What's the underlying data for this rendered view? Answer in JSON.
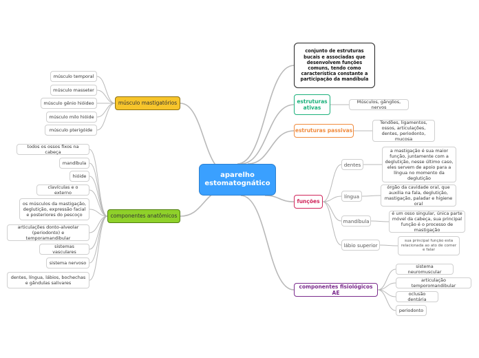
{
  "central": "aparelho estomatognático",
  "definition": "conjunto de estruturas bucais e associadas que desenvolvem funções comuns, tendo como característica constante a participação da mandíbula",
  "estruturas_ativas": {
    "label": "estruturas ativas",
    "items": [
      "Músculos, gânglios, nervos"
    ]
  },
  "estruturas_passivas": {
    "label": "estruturas passivas",
    "items": [
      "Tendões, ligamentos, ossos, articulações, dentes, periodonto, mucosa"
    ]
  },
  "funcoes": {
    "label": "funções",
    "items": [
      {
        "label": "dentes",
        "detail": "a mastigação é sua maior função, juntamente com a deglutição, nesse último caso, eles servem de apoio para a língua no momento da deglutição"
      },
      {
        "label": "língua",
        "detail": "órgão da cavidade oral, que auxilia na fala, deglutição, mastigação, paladar e higiene oral"
      },
      {
        "label": "mandíbula",
        "detail": "é um osso singular, única parte móvel da cabeça, sua principal função é o processo de mastigação"
      },
      {
        "label": "lábio superior",
        "detail": "sua principal função esta relacionada ao ato de comer e falar"
      }
    ]
  },
  "componentes_fisiologicos": {
    "label": "componentes fisiológicos AE",
    "items": [
      "sistema neuromuscular",
      "articulação temporomandibular",
      "oclusão dentária",
      "periodonto"
    ]
  },
  "musculo_mastigatorios": {
    "label": "músculo mastigatórios",
    "items": [
      "músculo temporal",
      "músculo masseter",
      "músculo gênio hióideo",
      "músculo milo hióide",
      "músculo pterigóide"
    ]
  },
  "componentes_anatomicos": {
    "label": "componentes anatômicos",
    "items": [
      "todos os ossos fixos na cabeça",
      "mandíbula",
      "hióide",
      "clavículas e o externo",
      "os músculos da mastigação, deglutição, expressão facial e posteriores do pescoço",
      "articulações donto-alveolar (periodonto) e temporamandibular",
      "sistemas vasculares",
      "sistema nervoso",
      "dentes, língua, lábios, bochechas e gândulas salivares"
    ]
  },
  "colors": {
    "central": "#3aa0ff",
    "ativas": "#1ab07a",
    "passivas": "#f08a3c",
    "funcoes": "#d0245a",
    "fisiologicos": "#7a2a8c",
    "mastigatorios": "#f7c52b",
    "anatomicos": "#8fd12a",
    "link": "#b8b8b8"
  }
}
